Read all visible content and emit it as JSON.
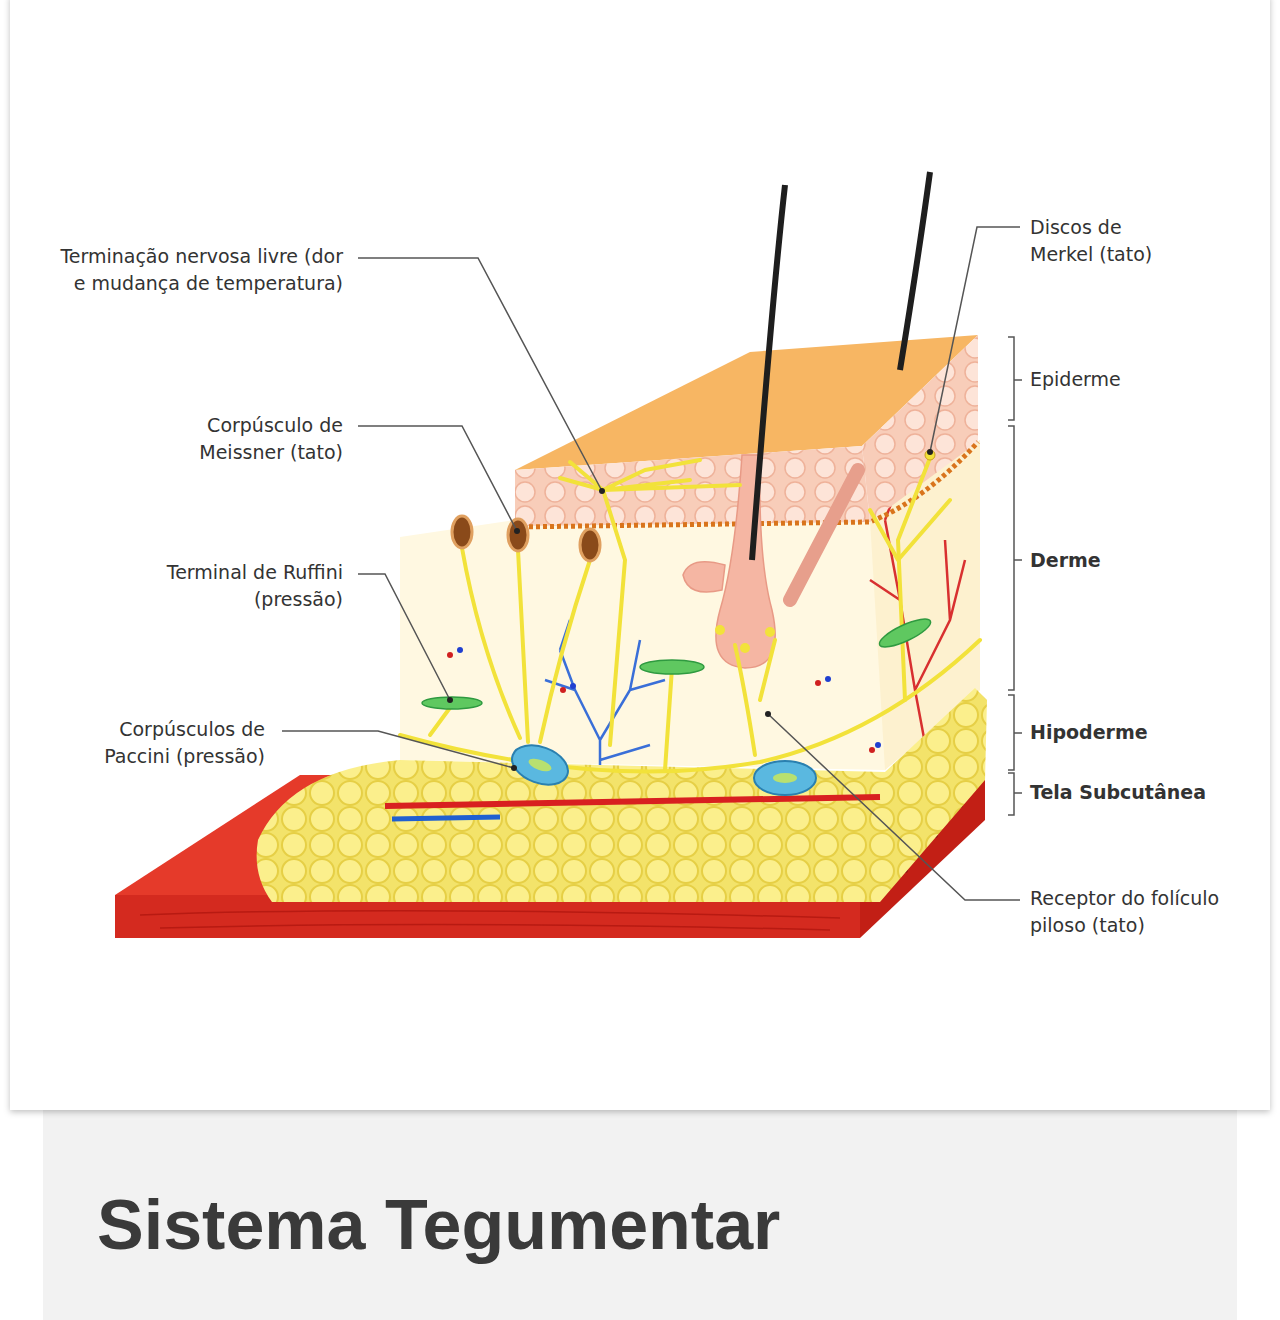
{
  "diagram": {
    "title": "Sistema Tegumentar",
    "labels": [
      "Terminação nervosa livre (dor e mudança de temperatura)",
      "Corpúsculo de Meissner (tato)",
      "Terminal de Ruffini (pressão)",
      "Corpúsculos de Paccini (pressão)",
      "Discos de Merkel (tato)",
      "Epiderme",
      "Derme",
      "Hipoderme",
      "Tela Subcutânea",
      "Receptor do folículo piloso (tato)"
    ]
  }
}
